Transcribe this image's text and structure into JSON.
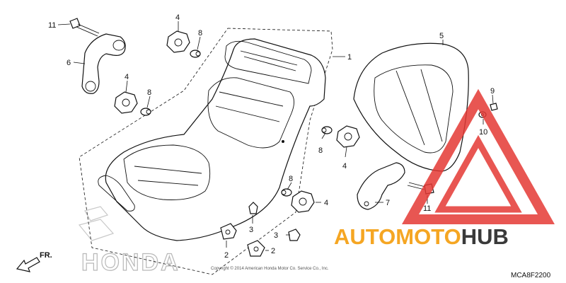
{
  "callouts": {
    "c1": "1",
    "c2a": "2",
    "c2b": "2",
    "c3a": "3",
    "c3b": "3",
    "c4a": "4",
    "c4b": "4",
    "c4c": "4",
    "c4d": "4",
    "c5": "5",
    "c6": "6",
    "c7": "7",
    "c8a": "8",
    "c8b": "8",
    "c8c": "8",
    "c8d": "8",
    "c9": "9",
    "c10": "10",
    "c11a": "11",
    "c11b": "11"
  },
  "front_label": "FR.",
  "brand_logo": "HONDA",
  "copyright": "Copyright © 2014 American Honda Motor Co. Service Co., Inc.",
  "diagram_code": "MCA8F2200",
  "watermark": {
    "part1": "AUTOMOTO",
    "part2": "HUB",
    "color_part1": "#f5a623",
    "color_part2": "#3a3a3a",
    "triangle_color": "#e53935"
  }
}
